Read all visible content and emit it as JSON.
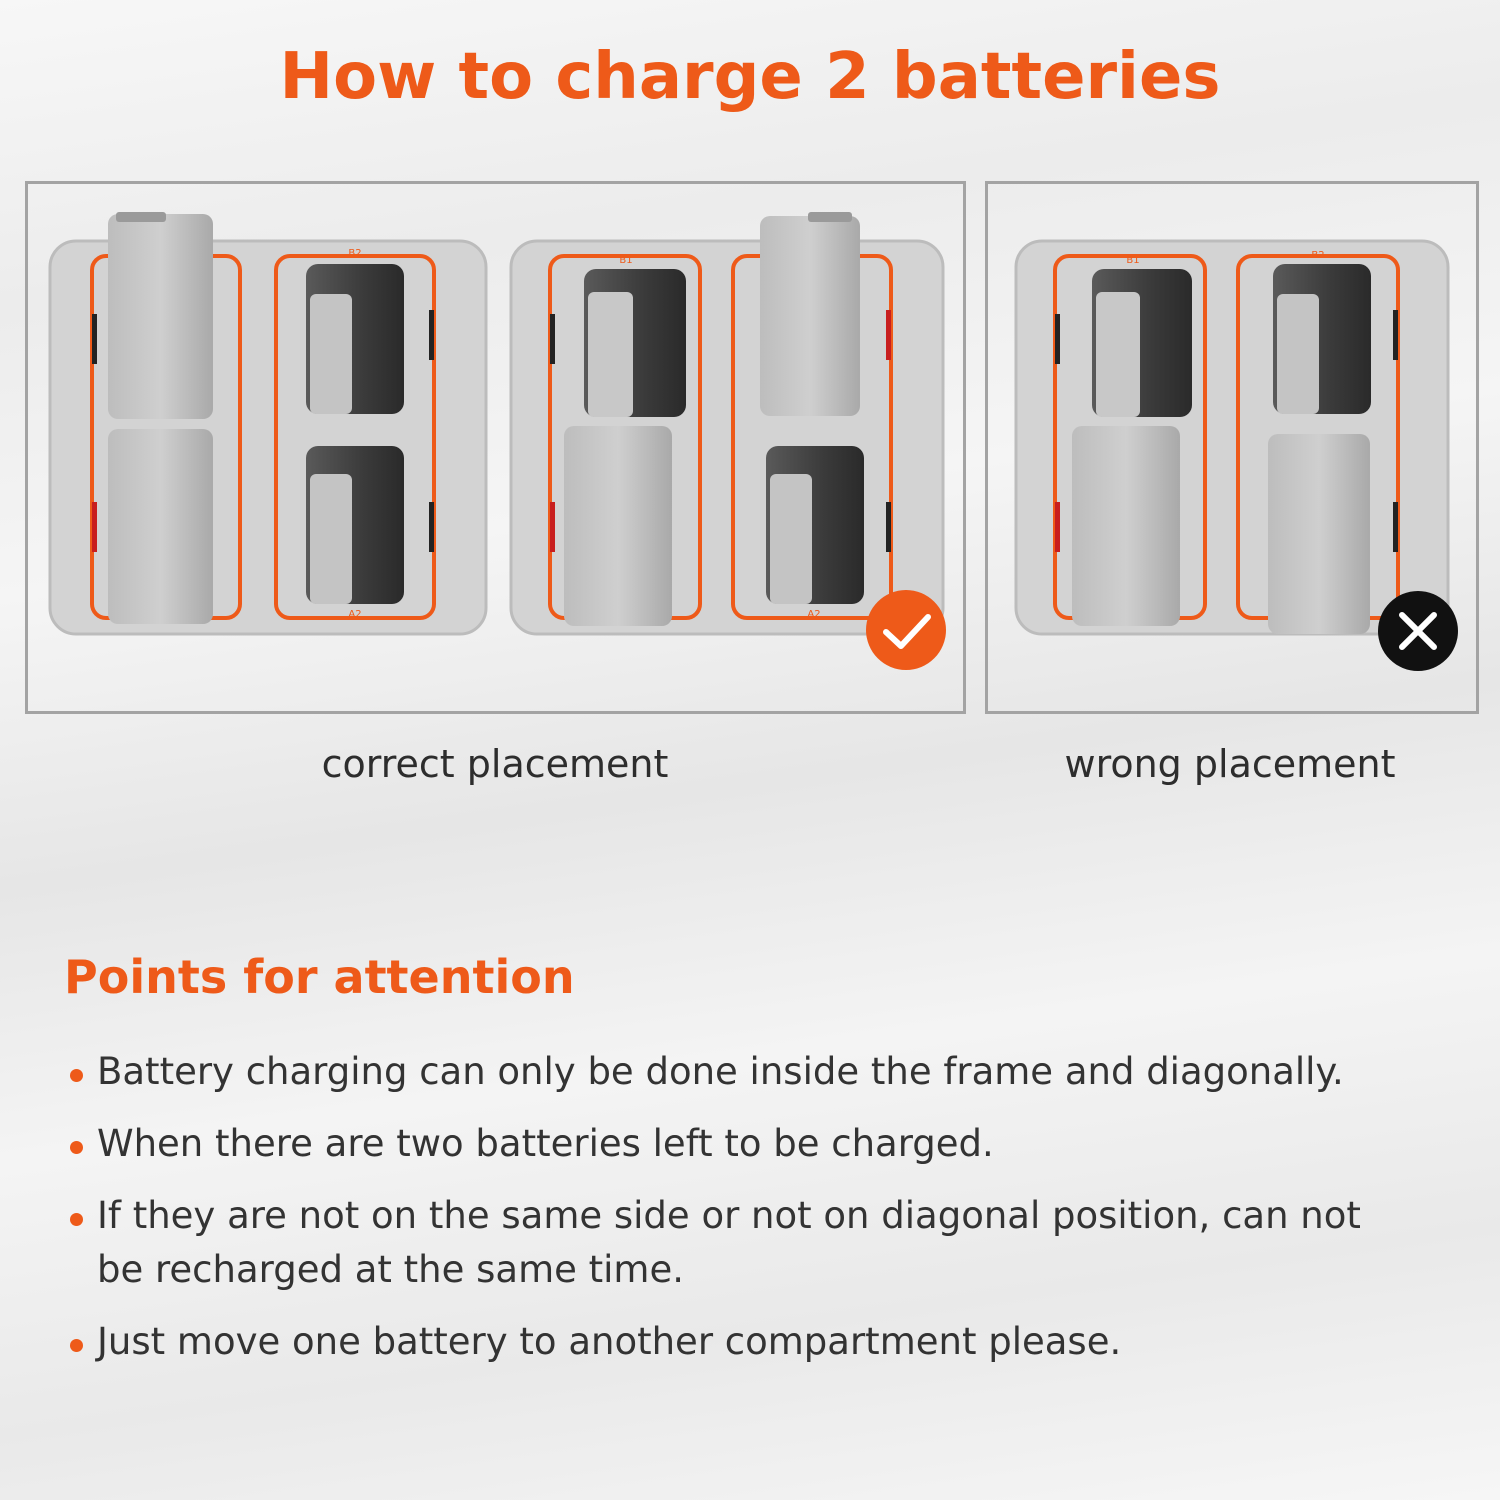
{
  "title": "How to charge 2 batteries",
  "captions": {
    "correct": "correct placement",
    "wrong": "wrong placement"
  },
  "slot_labels": {
    "b1": "B1",
    "b2": "B2",
    "a2": "A2"
  },
  "status_icons": {
    "correct": "check-icon",
    "wrong": "cross-icon"
  },
  "colors": {
    "accent": "#ee5a19",
    "text": "#333333",
    "wrong_badge": "#111111"
  },
  "attention": {
    "heading": "Points for attention",
    "items": [
      {
        "text": "Battery charging can only be done inside the frame and diagonally."
      },
      {
        "text": "When there are two batteries left to be charged."
      },
      {
        "text": "If they are not on the same side or not on diagonal position, can not be recharged at the same time."
      },
      {
        "text": "Just move one battery to another compartment please."
      }
    ]
  }
}
